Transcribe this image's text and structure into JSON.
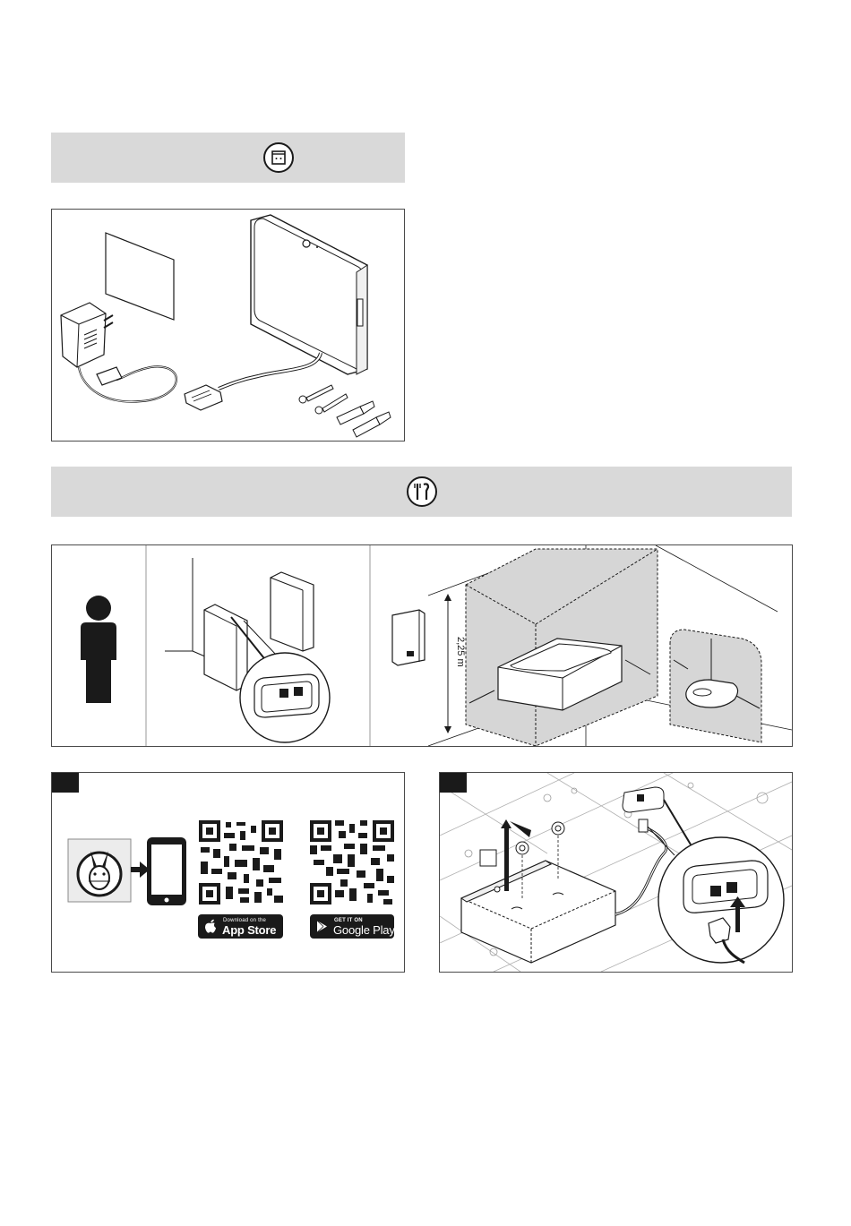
{
  "sections": {
    "contents": {
      "icon": "package-contents-icon"
    },
    "installation": {
      "icon": "tools-icon"
    }
  },
  "room": {
    "height_label": "2,25 m"
  },
  "app": {
    "app_store_small": "Download on the",
    "app_store_big": "App Store",
    "google_small": "GET IT ON",
    "google_big": "Google Play"
  },
  "colors": {
    "header_bar": "#d9d9d9",
    "zone_fill": "#d6d6d6",
    "ink": "#1a1a1a"
  }
}
